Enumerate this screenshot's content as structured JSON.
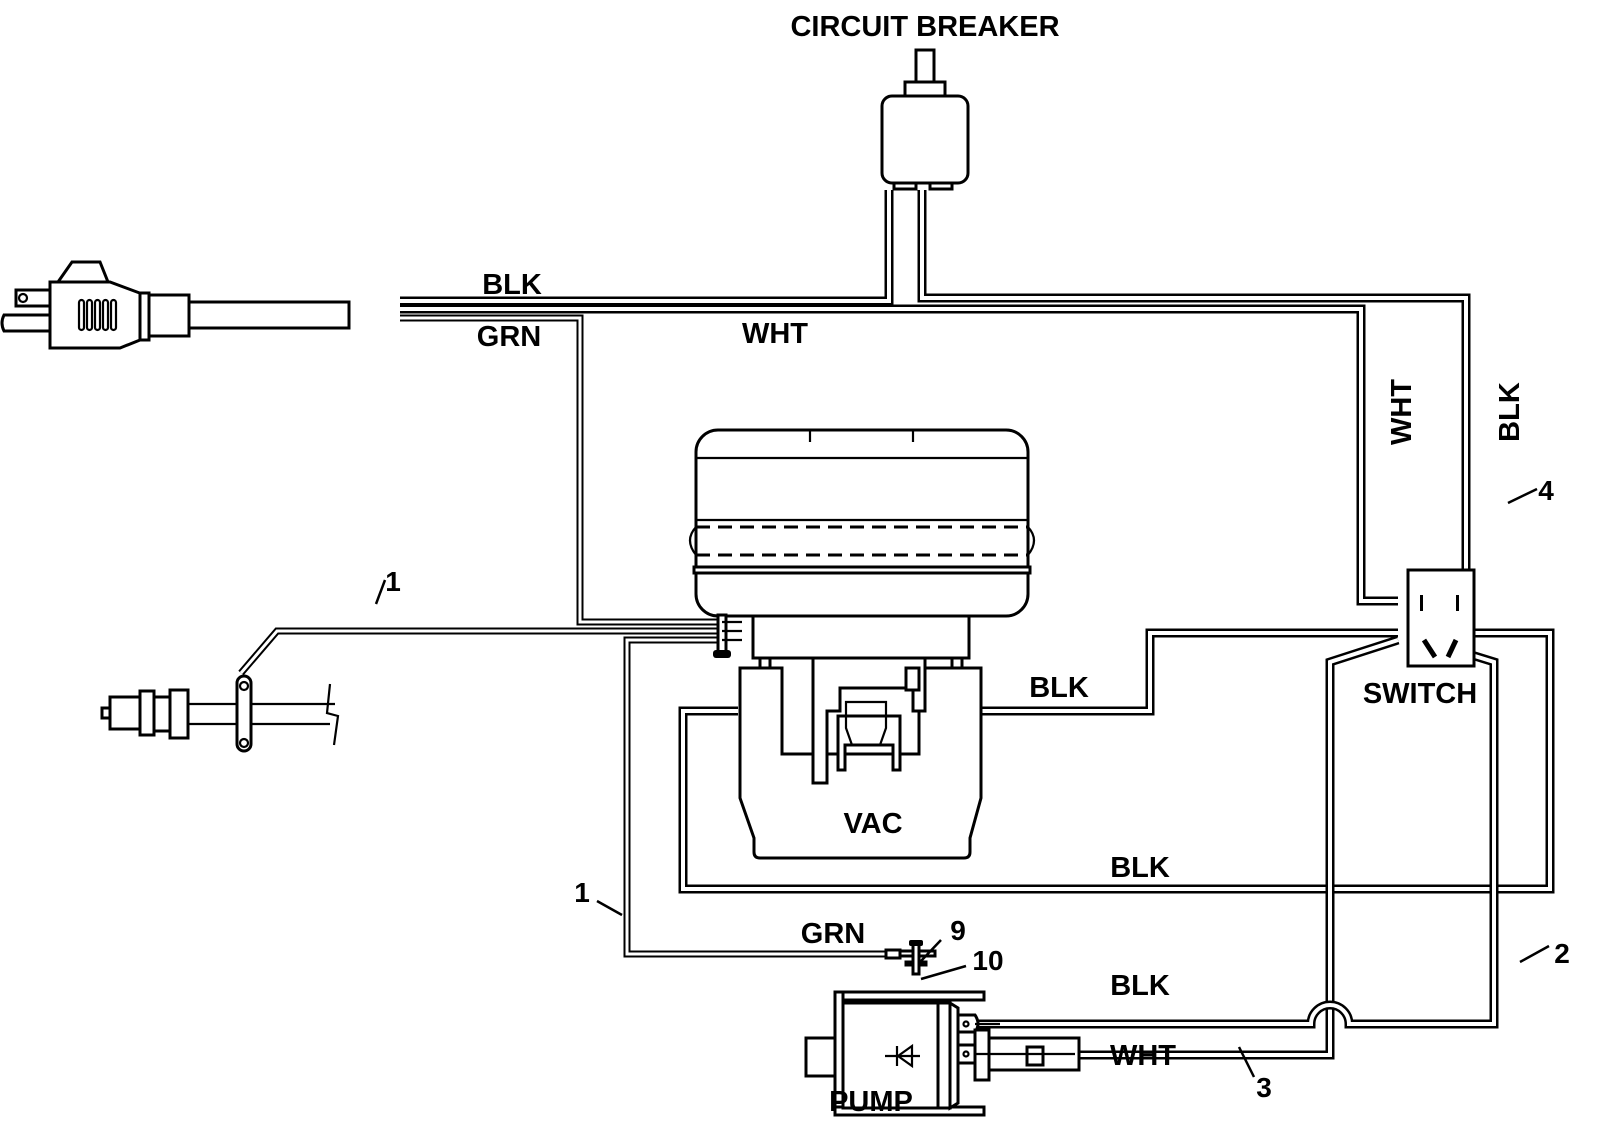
{
  "diagram": {
    "type": "wiring-schematic",
    "components": {
      "circuit_breaker": "CIRCUIT BREAKER",
      "vac_motor": "VAC",
      "switch": "SWITCH",
      "pump": "PUMP",
      "power_plug": "",
      "quick_disconnect": ""
    },
    "wire_labels": {
      "cord_blk": "BLK",
      "cord_grn": "GRN",
      "cord_wht": "WHT",
      "switch_wht": "WHT",
      "switch_blk": "BLK",
      "vac_blk": "BLK",
      "loop_blk": "BLK",
      "pump_grn": "GRN",
      "pump_blk": "BLK",
      "pump_wht": "WHT"
    },
    "callouts": {
      "c1_top": "1",
      "c1_bottom": "1",
      "c2": "2",
      "c3": "3",
      "c4": "4",
      "c9": "9",
      "c10": "10"
    }
  }
}
